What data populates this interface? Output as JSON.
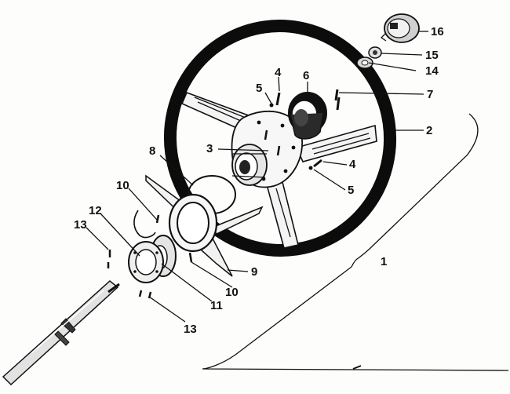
{
  "callouts": [
    {
      "id": "c1",
      "label": "1"
    },
    {
      "id": "c2",
      "label": "2"
    },
    {
      "id": "c3",
      "label": "3"
    },
    {
      "id": "c4a",
      "label": "4"
    },
    {
      "id": "c4b",
      "label": "4"
    },
    {
      "id": "c5a",
      "label": "5"
    },
    {
      "id": "c5b",
      "label": "5"
    },
    {
      "id": "c6",
      "label": "6"
    },
    {
      "id": "c7",
      "label": "7"
    },
    {
      "id": "c8",
      "label": "8"
    },
    {
      "id": "c9",
      "label": "9"
    },
    {
      "id": "c10a",
      "label": "10"
    },
    {
      "id": "c10b",
      "label": "10"
    },
    {
      "id": "c11",
      "label": "11"
    },
    {
      "id": "c12",
      "label": "12"
    },
    {
      "id": "c13a",
      "label": "13"
    },
    {
      "id": "c13b",
      "label": "13"
    },
    {
      "id": "c14",
      "label": "14"
    },
    {
      "id": "c15",
      "label": "15"
    },
    {
      "id": "c16",
      "label": "16"
    }
  ]
}
